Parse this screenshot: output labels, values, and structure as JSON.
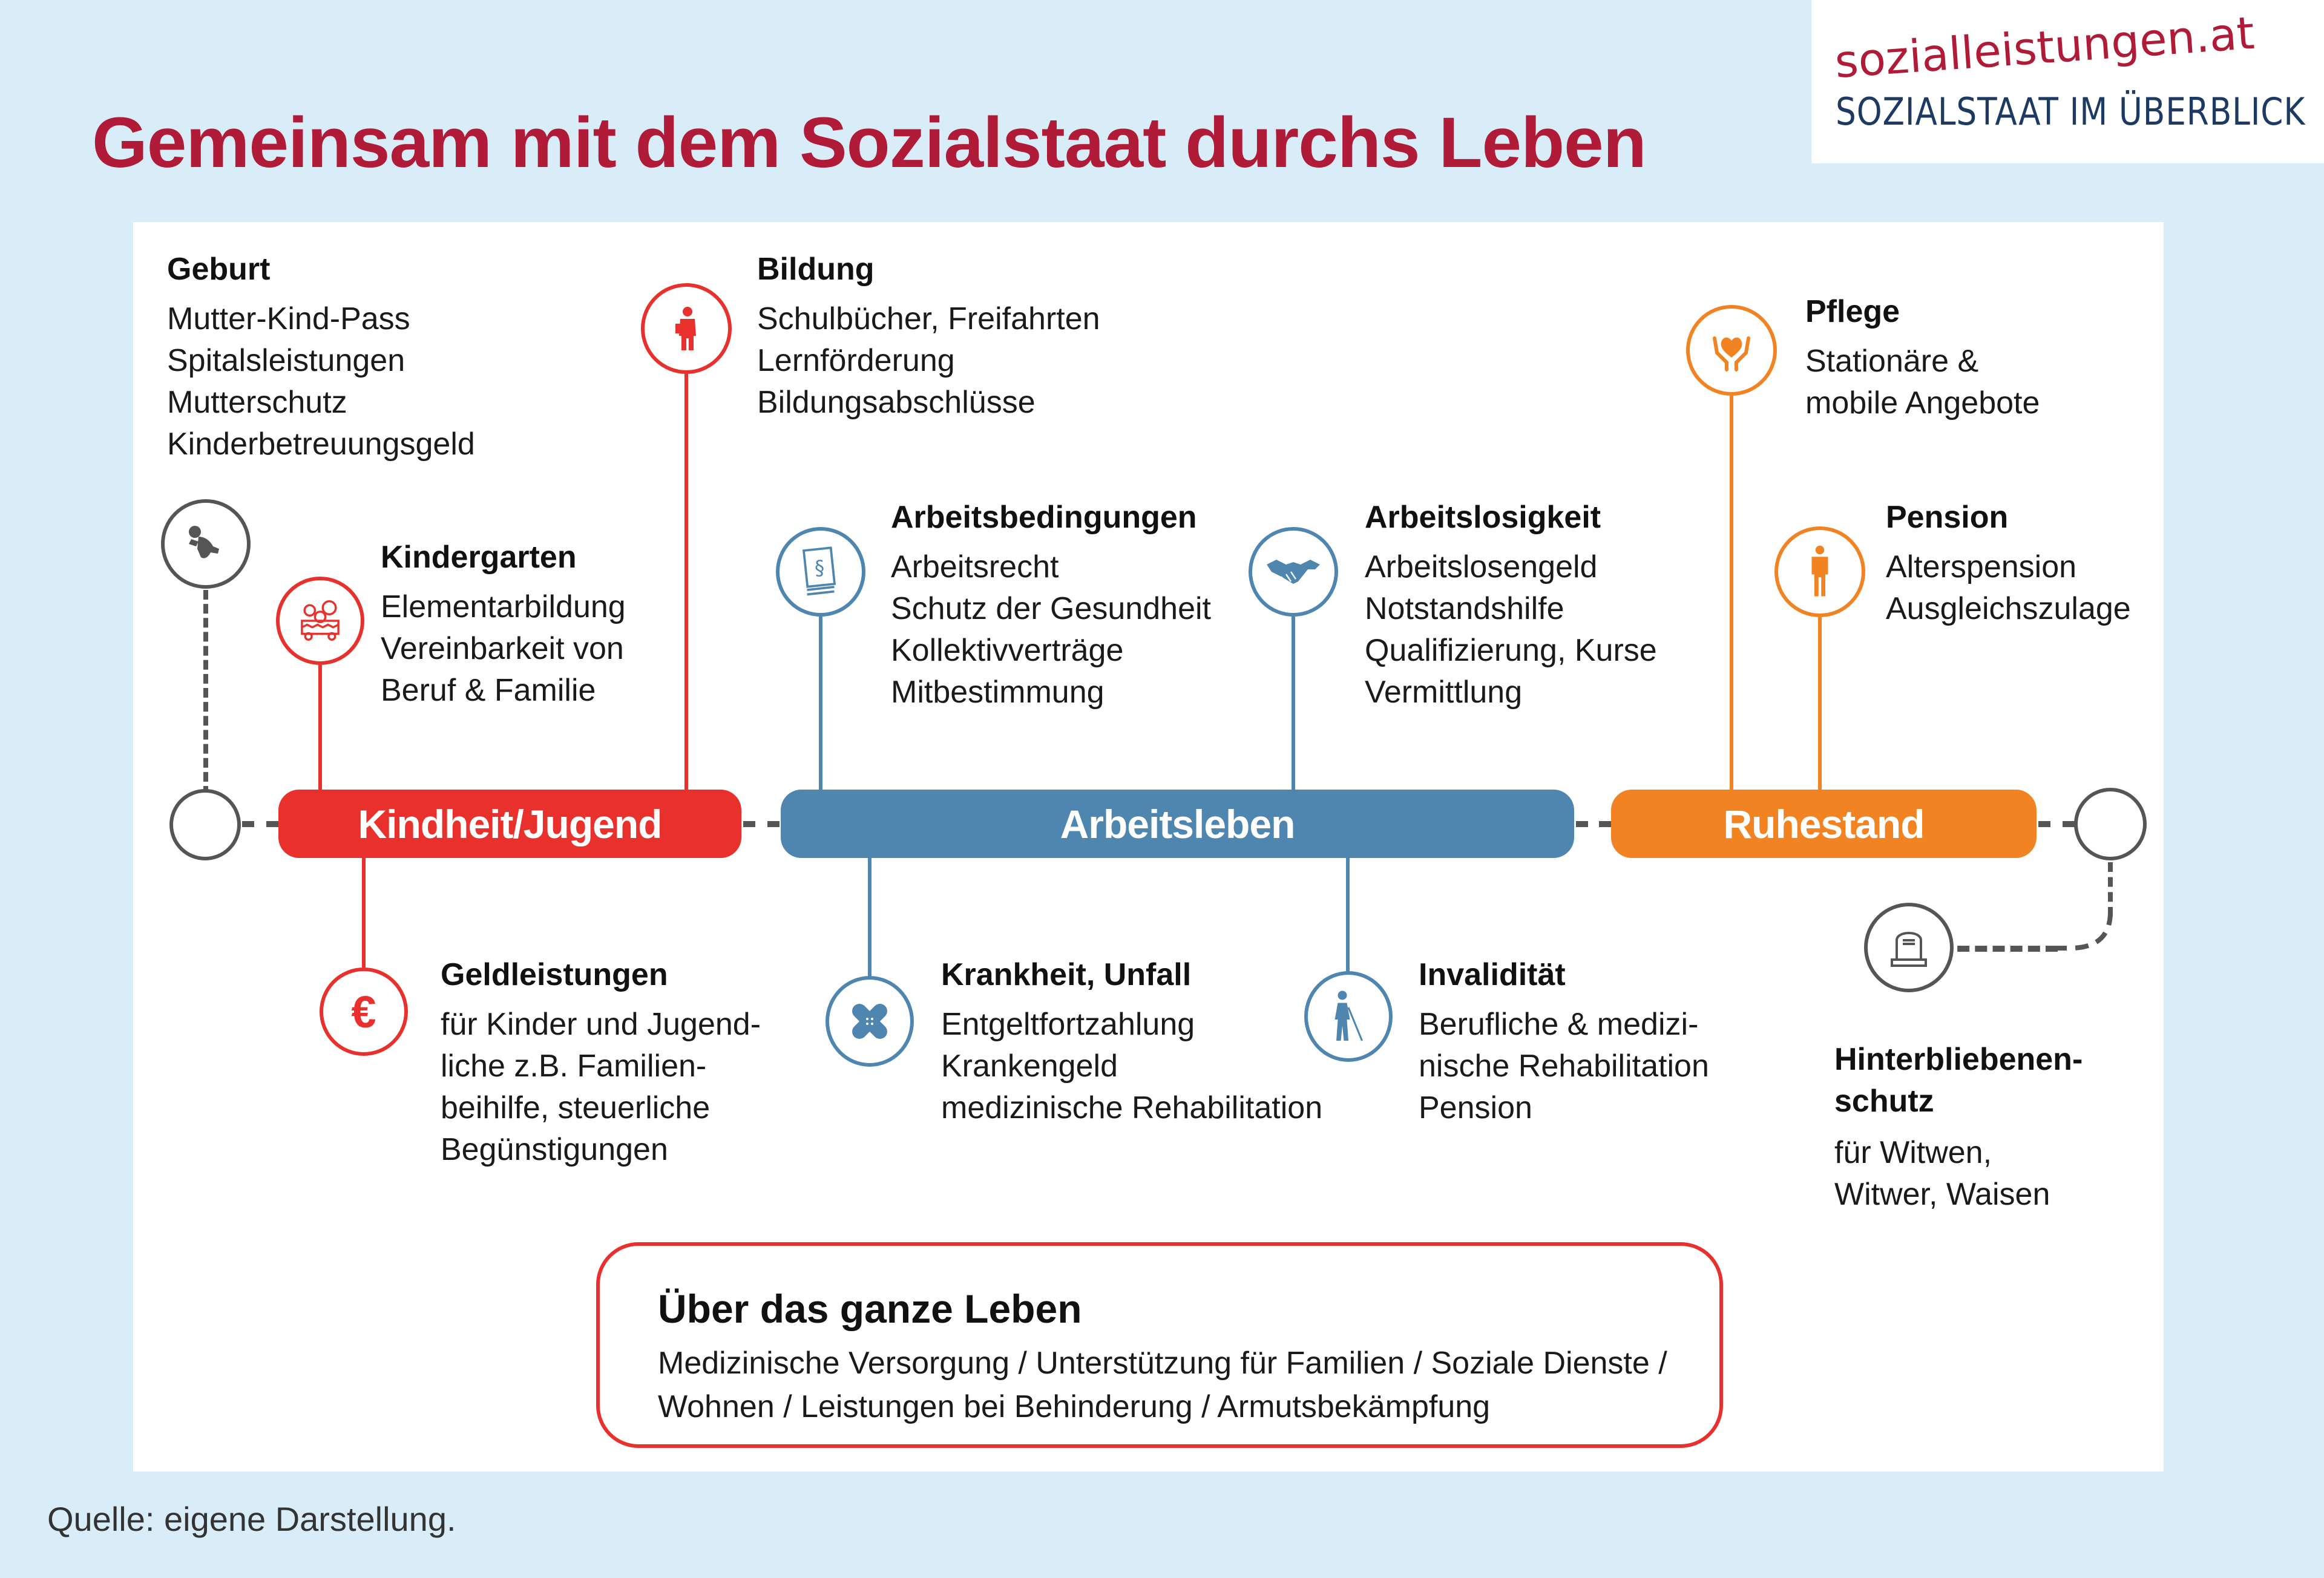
{
  "header": {
    "title": "Gemeinsam mit dem Sozialstaat durchs Leben"
  },
  "logo": {
    "site": "sozialleistungen.at",
    "tagline": "SOZIALSTAAT IM ÜBERBLICK"
  },
  "colors": {
    "title_red": "#b01c37",
    "childhood_red": "#e8302c",
    "work_blue": "#4f86b0",
    "retirement_orange": "#f28322",
    "neutral_gray": "#555555",
    "background": "#d9edf9",
    "logo_navy": "#1d3a63"
  },
  "timeline": {
    "phases": [
      {
        "label": "Kindheit/Jugend",
        "color": "#e8302c"
      },
      {
        "label": "Arbeitsleben",
        "color": "#4f86b0"
      },
      {
        "label": "Ruhestand",
        "color": "#f28322"
      }
    ]
  },
  "items": {
    "geburt": {
      "title": "Geburt",
      "lines": [
        "Mutter-Kind-Pass",
        "Spitalsleistungen",
        "Mutterschutz",
        "Kinderbetreuungsgeld"
      ],
      "icon": "baby-icon"
    },
    "kindergarten": {
      "title": "Kindergarten",
      "lines": [
        "Elementarbildung",
        "Vereinbarkeit von",
        "Beruf & Familie"
      ],
      "icon": "toy-basket-icon"
    },
    "bildung": {
      "title": "Bildung",
      "lines": [
        "Schulbücher, Freifahrten",
        "Lernförderung",
        "Bildungsabschlüsse"
      ],
      "icon": "student-icon"
    },
    "arbeitsbedingungen": {
      "title": "Arbeitsbedingungen",
      "lines": [
        "Arbeitsrecht",
        "Schutz der Gesundheit",
        "Kollektivverträge",
        "Mitbestimmung"
      ],
      "icon": "paragraph-document-icon"
    },
    "arbeitslosigkeit": {
      "title": "Arbeitslosigkeit",
      "lines": [
        "Arbeitslosengeld",
        "Notstandshilfe",
        "Qualifizierung, Kurse",
        "Vermittlung"
      ],
      "icon": "handshake-icon"
    },
    "pflege": {
      "title": "Pflege",
      "lines": [
        "Stationäre &",
        "mobile Angebote"
      ],
      "icon": "hands-heart-icon"
    },
    "pension": {
      "title": "Pension",
      "lines": [
        "Alterspension",
        "Ausgleichszulage"
      ],
      "icon": "elderly-person-icon"
    },
    "geldleistungen": {
      "title": "Geldleistungen",
      "lines": [
        "für Kinder und Jugend-",
        "liche z.B. Familien-",
        "beihilfe, steuerliche",
        "Begünstigungen"
      ],
      "icon": "euro-icon"
    },
    "krankheit": {
      "title": "Krankheit, Unfall",
      "lines": [
        "Entgeltfortzahlung",
        "Krankengeld",
        "medizinische Rehabilitation"
      ],
      "icon": "bandage-icon"
    },
    "invaliditaet": {
      "title": "Invalidität",
      "lines": [
        "Berufliche & medizi-",
        "nische Rehabilitation",
        "Pension"
      ],
      "icon": "person-with-cane-icon"
    },
    "hinterbliebene": {
      "title_lines": [
        "Hinterbliebenen-",
        "schutz"
      ],
      "lines": [
        "für Witwen,",
        "Witwer, Waisen"
      ],
      "icon": "gravestone-icon"
    }
  },
  "overall": {
    "title": "Über das ganze Leben",
    "text": "Medizinische Versorgung / Unterstützung für Familien / Soziale Dienste / Wohnen / Leistungen bei Behinderung / Armutsbekämpfung"
  },
  "footer": {
    "source": "Quelle: eigene Darstellung."
  }
}
